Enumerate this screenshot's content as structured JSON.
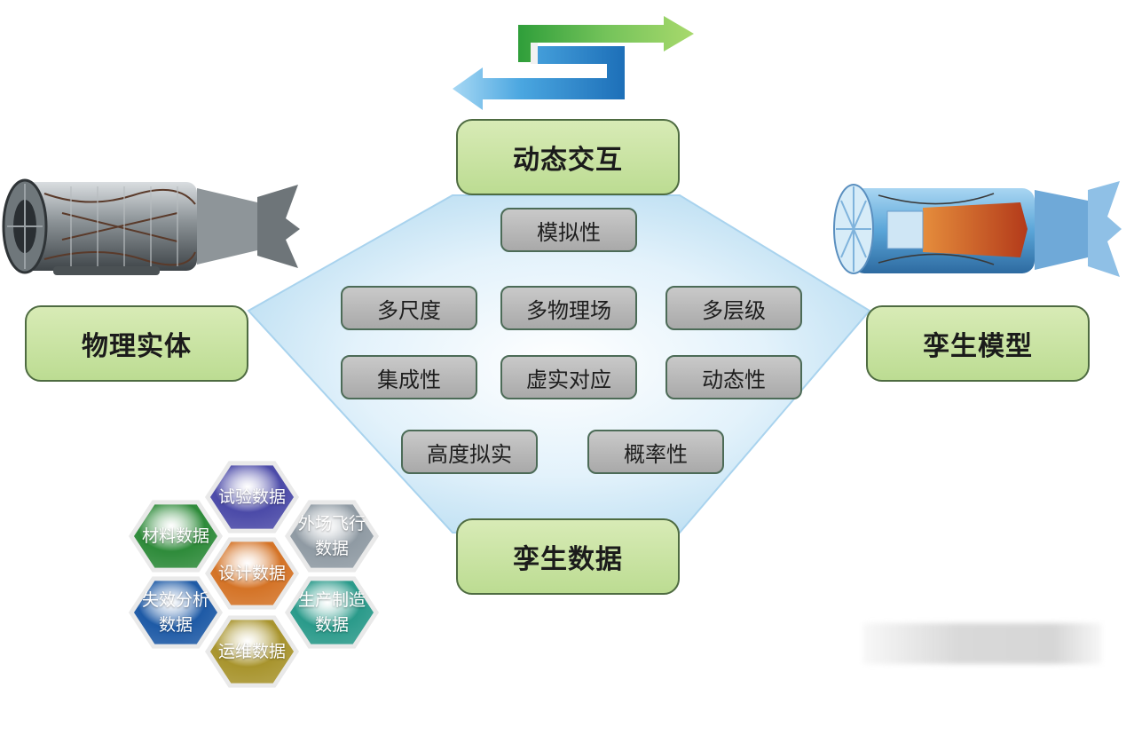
{
  "nodes": {
    "top": "动态交互",
    "left": "物理实体",
    "right": "孪生模型",
    "bottom": "孪生数据"
  },
  "properties": {
    "row1": [
      "模拟性"
    ],
    "row2": [
      "多尺度",
      "多物理场",
      "多层级"
    ],
    "row3": [
      "集成性",
      "虚实对应",
      "动态性"
    ],
    "row4": [
      "高度拟实",
      "概率性"
    ]
  },
  "data_sources": [
    {
      "lines": [
        "试验数据"
      ],
      "color": "#4b4aa8"
    },
    {
      "lines": [
        "材料数据"
      ],
      "color": "#2e8b3a"
    },
    {
      "lines": [
        "外场飞行",
        "数据"
      ],
      "color": "#8f9aa3"
    },
    {
      "lines": [
        "设计数据"
      ],
      "color": "#d47326"
    },
    {
      "lines": [
        "失效分析",
        "数据"
      ],
      "color": "#1e5aa6"
    },
    {
      "lines": [
        "生产制造",
        "数据"
      ],
      "color": "#2a9a8a"
    },
    {
      "lines": [
        "运维数据"
      ],
      "color": "#a8942d"
    }
  ],
  "icons": {
    "exchange": "bidirectional-arrow-icon",
    "physical_engine": "turbofan-engine-photo",
    "twin_engine": "turbofan-engine-cutaway-model"
  },
  "colors": {
    "node_fill": "#c8e3a2",
    "node_border": "#4e6b41",
    "property_fill": "#b8b8b8",
    "diamond_fill": "#d6ecf7"
  }
}
